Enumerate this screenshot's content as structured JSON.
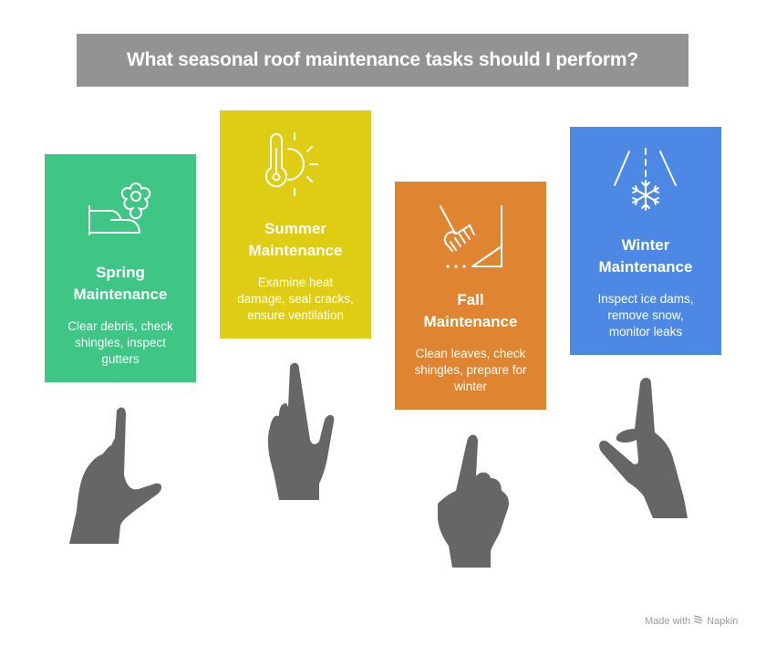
{
  "title": "What seasonal roof maintenance tasks should I perform?",
  "colors": {
    "title_bg": "#939393",
    "spring": "#3fc685",
    "summer": "#dfcc14",
    "fall": "#df8531",
    "winter": "#4d88e4",
    "hand": "#666666"
  },
  "cards": [
    {
      "id": "spring",
      "icon": "flower-hand-icon",
      "heading_line1": "Spring",
      "heading_line2": "Maintenance",
      "desc_line1": "Clear debris, check",
      "desc_line2": "shingles, inspect",
      "desc_line3": "gutters"
    },
    {
      "id": "summer",
      "icon": "thermometer-sun-icon",
      "heading_line1": "Summer",
      "heading_line2": "Maintenance",
      "desc_line1": "Examine heat",
      "desc_line2": "damage, seal cracks,",
      "desc_line3": "ensure ventilation"
    },
    {
      "id": "fall",
      "icon": "rake-leaves-icon",
      "heading_line1": "Fall",
      "heading_line2": "Maintenance",
      "desc_line1": "Clean leaves, check",
      "desc_line2": "shingles, prepare for",
      "desc_line3": "winter"
    },
    {
      "id": "winter",
      "icon": "snowflake-road-icon",
      "heading_line1": "Winter",
      "heading_line2": "Maintenance",
      "desc_line1": "Inspect ice dams,",
      "desc_line2": "remove snow,",
      "desc_line3": "monitor leaks"
    }
  ],
  "footer": {
    "made_with": "Made with",
    "brand": "Napkin"
  }
}
